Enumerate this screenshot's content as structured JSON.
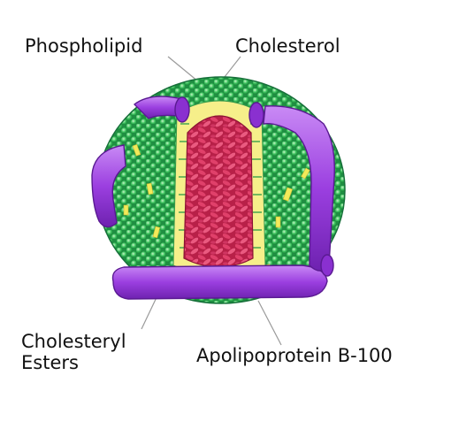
{
  "labels": {
    "phospholipid": "Phospholipid",
    "cholesterol": "Cholesterol",
    "cholesteryl_esters_line1": "Cholesteryl",
    "cholesteryl_esters_line2": "Esters",
    "apolipoprotein": "Apolipoprotein B-100"
  },
  "colors": {
    "phospholipid_head": "#2fbf5a",
    "phospholipid_head_light": "#8fe39a",
    "cholesterol": "#f2ea5a",
    "core_esters": "#d8325a",
    "core_esters_dark": "#a81e44",
    "apolipoprotein": "#9b3fe0",
    "apolipoprotein_light": "#c98af5",
    "leader_line": "#9a9a9a"
  }
}
